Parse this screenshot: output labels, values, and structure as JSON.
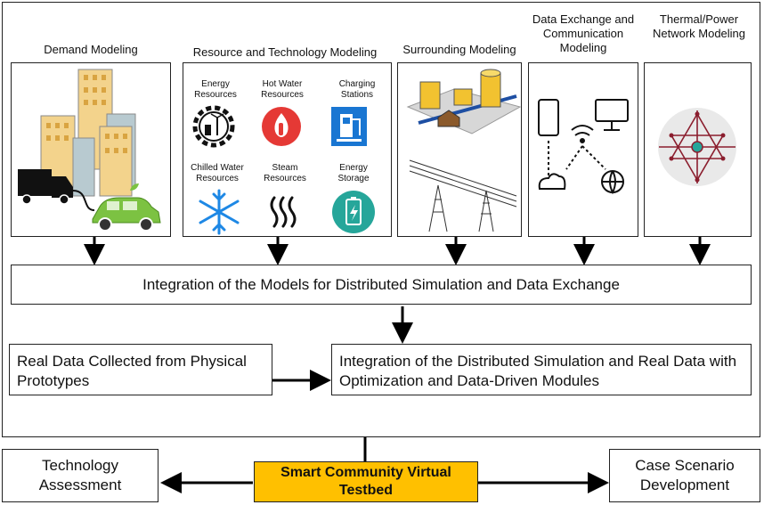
{
  "columns": [
    {
      "title": "Demand Modeling"
    },
    {
      "title": "Resource and Technology Modeling"
    },
    {
      "title": "Surrounding Modeling"
    },
    {
      "title": "Data Exchange and Communication Modeling"
    },
    {
      "title": "Thermal/Power Network Modeling"
    }
  ],
  "resources": [
    {
      "label": "Energy Resources"
    },
    {
      "label": "Hot Water Resources"
    },
    {
      "label": "Charging Stations"
    },
    {
      "label": "Chilled Water Resources"
    },
    {
      "label": "Steam Resources"
    },
    {
      "label": "Energy Storage"
    }
  ],
  "integration_models": "Integration of the Models for Distributed Simulation and Data Exchange",
  "real_data": "Real Data Collected from Physical Prototypes",
  "integration_sim": "Integration of the Distributed Simulation and Real Data with Optimization and Data-Driven Modules",
  "testbed": "Smart Community Virtual Testbed",
  "tech_assessment": "Technology Assessment",
  "case_scenario": "Case Scenario Development",
  "colors": {
    "testbed_fill": "#FFC000",
    "accent_red": "#E53935",
    "accent_blue": "#1976D2",
    "accent_teal": "#26A69A",
    "building": "#F3D38C",
    "car": "#7CC242"
  }
}
